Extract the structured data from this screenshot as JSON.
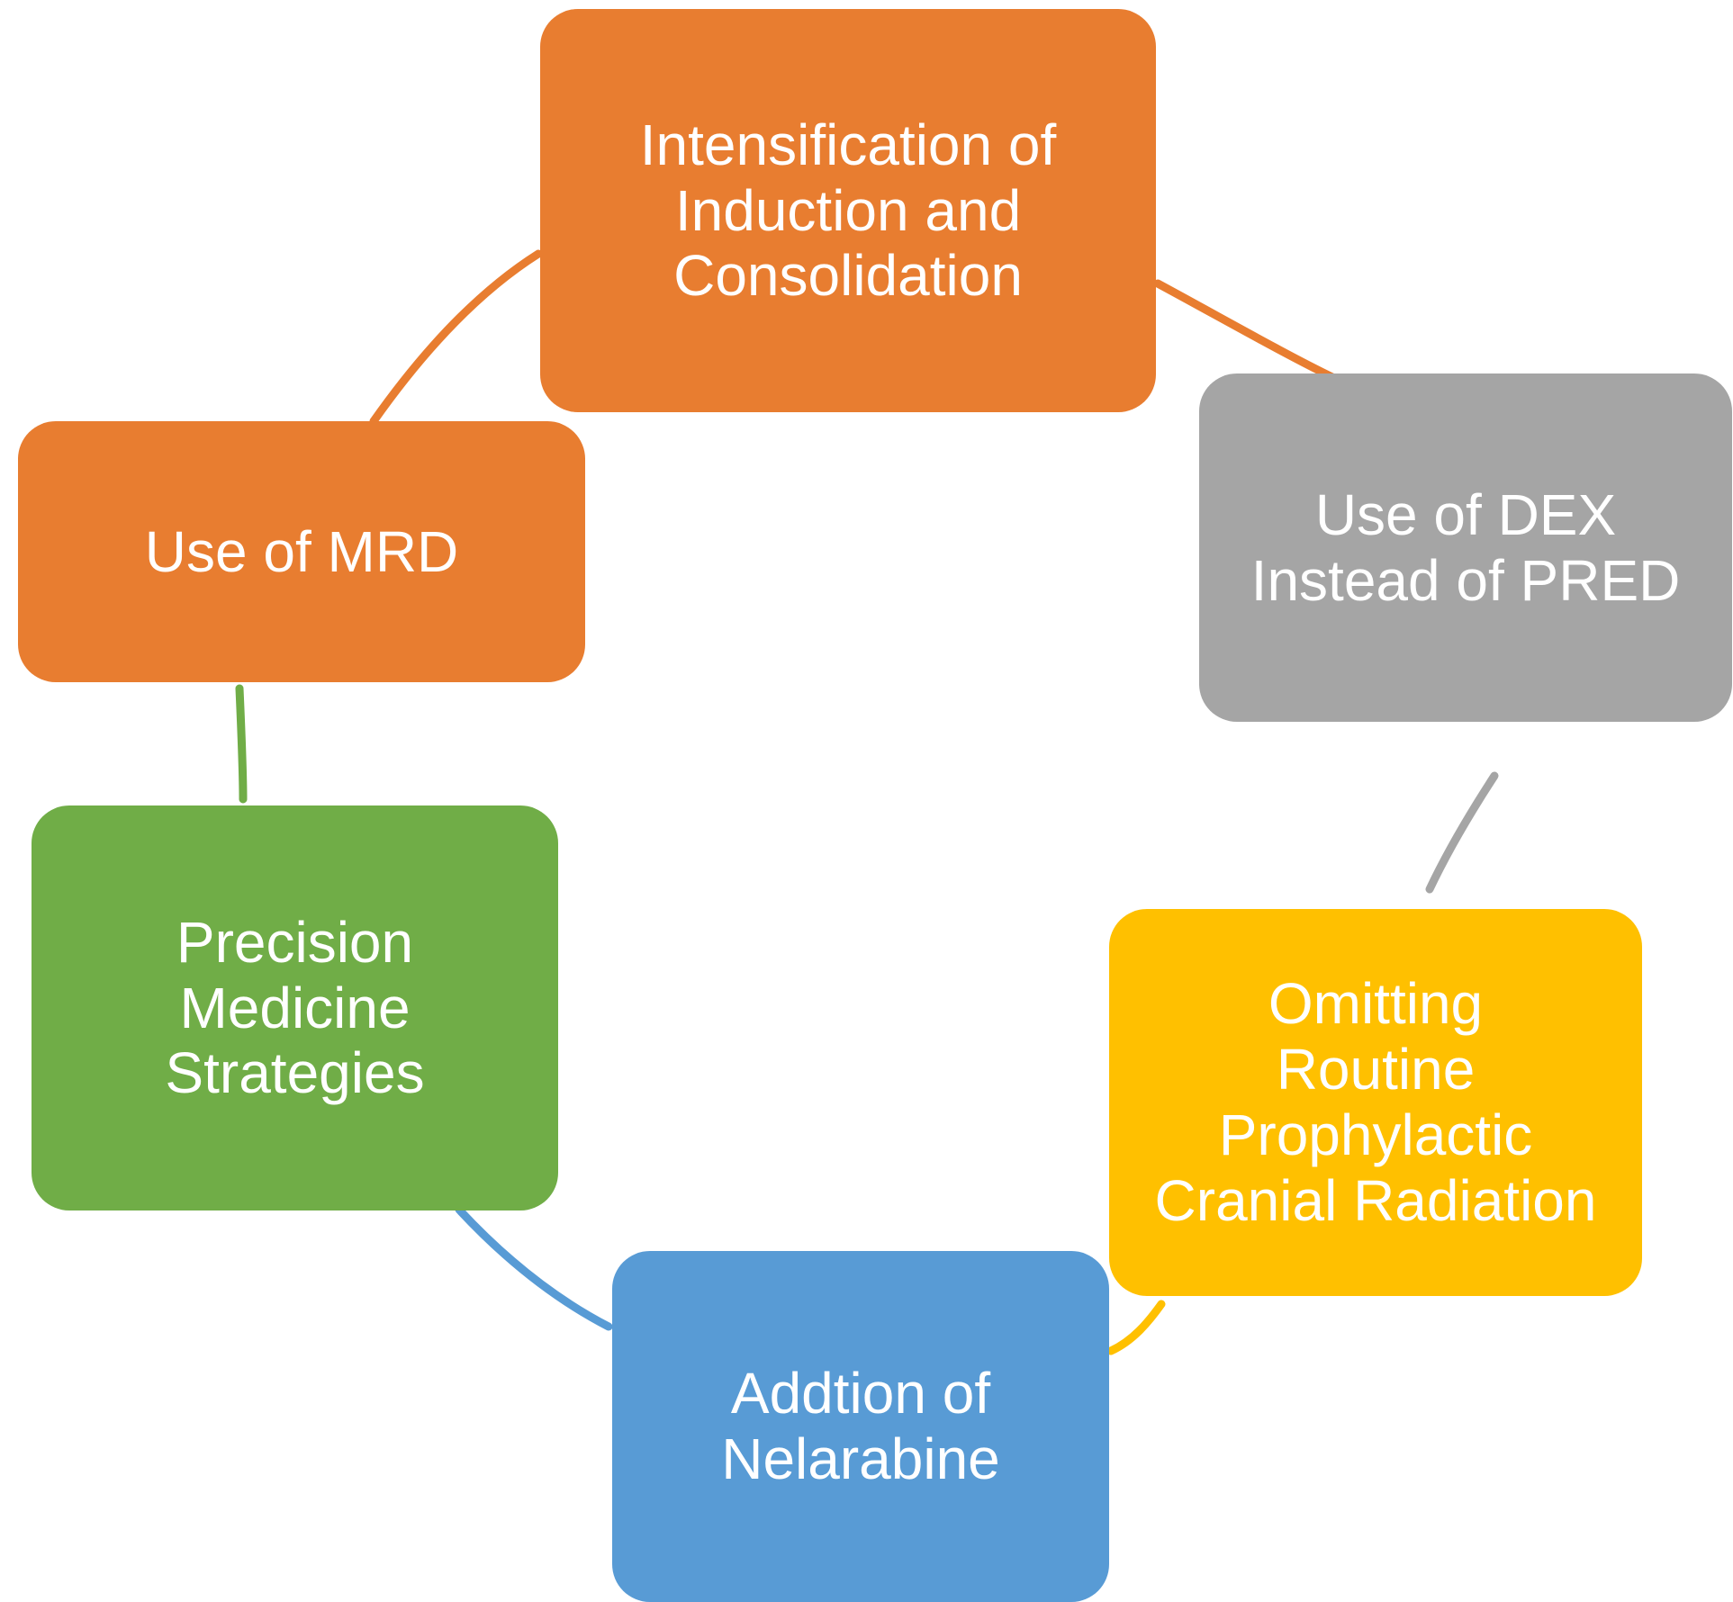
{
  "diagram": {
    "type": "cycle",
    "background_color": "#FFFFFF",
    "text_color": "#FFFFFF",
    "nodes": [
      {
        "id": "intensification",
        "label": "Intensification of\nInduction and\nConsolidation",
        "color": "#E87D30",
        "position": "top"
      },
      {
        "id": "dex",
        "label": "Use of DEX\nInstead of PRED",
        "color": "#A5A5A5",
        "position": "top-right"
      },
      {
        "id": "omitting",
        "label": "Omitting\nRoutine\nProphylactic\nCranial Radiation",
        "color": "#FFC000",
        "position": "bottom-right"
      },
      {
        "id": "nelarabine",
        "label": "Addtion of\nNelarabine",
        "color": "#589BD5",
        "position": "bottom"
      },
      {
        "id": "precision",
        "label": "Precision\nMedicine\nStrategies",
        "color": "#70AD47",
        "position": "bottom-left"
      },
      {
        "id": "mrd",
        "label": "Use of MRD",
        "color": "#E87D30",
        "position": "top-left"
      }
    ],
    "connectors": [
      {
        "from": "mrd",
        "to": "intensification",
        "color": "#E87D30"
      },
      {
        "from": "intensification",
        "to": "dex",
        "color": "#E87D30"
      },
      {
        "from": "dex",
        "to": "omitting",
        "color": "#A5A5A5"
      },
      {
        "from": "omitting",
        "to": "nelarabine",
        "color": "#FFC000"
      },
      {
        "from": "nelarabine",
        "to": "precision",
        "color": "#589BD5"
      },
      {
        "from": "precision",
        "to": "mrd",
        "color": "#70AD47"
      }
    ]
  }
}
